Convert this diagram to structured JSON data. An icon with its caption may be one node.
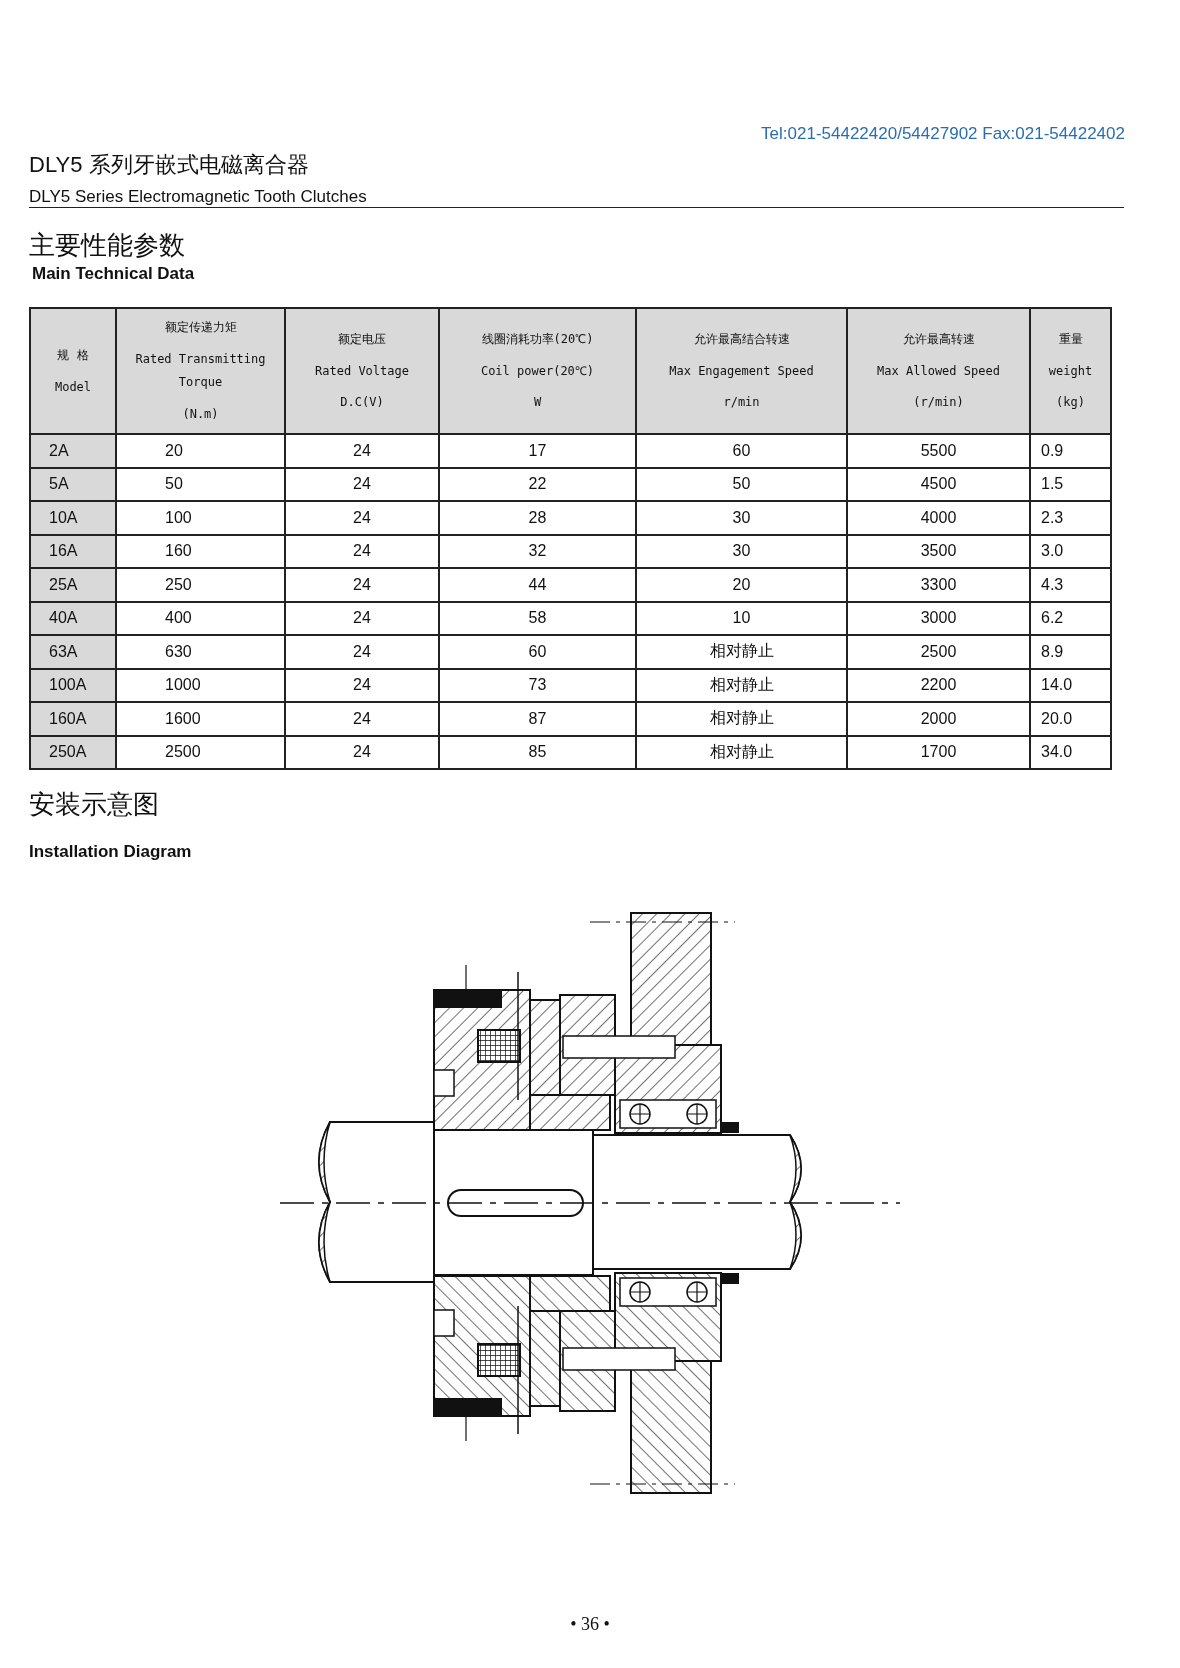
{
  "diagram": {
    "title": "DLY5 系列牙嵌式电磁离合器",
    "labels": [
      "Tel:021-54422420/54427902 Fax:021-54422402",
      "DLY5 Series Electromagnetic Tooth Clutches",
      "主要性能参数",
      "Main Technical Data",
      "规 格",
      "Model",
      "额定传递力矩",
      "Rated Transmitting Torque",
      "(N.m)",
      "额定电压",
      "Rated Voltage",
      "D.C(V)",
      "线圈消耗功率(20℃)",
      "Coil power(20℃)",
      "W",
      "允许最高结合转速",
      "Max Engagement Speed",
      "r/min",
      "允许最高转速",
      "Max Allowed Speed",
      "(r/min)",
      "重量",
      "weight",
      "(kg)",
      "2A",
      "20",
      "24",
      "17",
      "60",
      "5500",
      "0.9",
      "5A",
      "50",
      "24",
      "22",
      "50",
      "4500",
      "1.5",
      "10A",
      "100",
      "24",
      "28",
      "30",
      "4000",
      "2.3",
      "16A",
      "160",
      "24",
      "32",
      "30",
      "3500",
      "3.0",
      "25A",
      "250",
      "24",
      "44",
      "20",
      "3300",
      "4.3",
      "40A",
      "400",
      "24",
      "58",
      "10",
      "3000",
      "6.2",
      "63A",
      "630",
      "24",
      "60",
      "相对静止",
      "2500",
      "8.9",
      "100A",
      "1000",
      "24",
      "73",
      "相对静止",
      "2200",
      "14.0",
      "160A",
      "1600",
      "24",
      "87",
      "相对静止",
      "2000",
      "20.0",
      "250A",
      "2500",
      "24",
      "85",
      "相对静止",
      "1700",
      "34.0",
      "安装示意图",
      "Installation Diagram",
      "• 36 •"
    ]
  }
}
